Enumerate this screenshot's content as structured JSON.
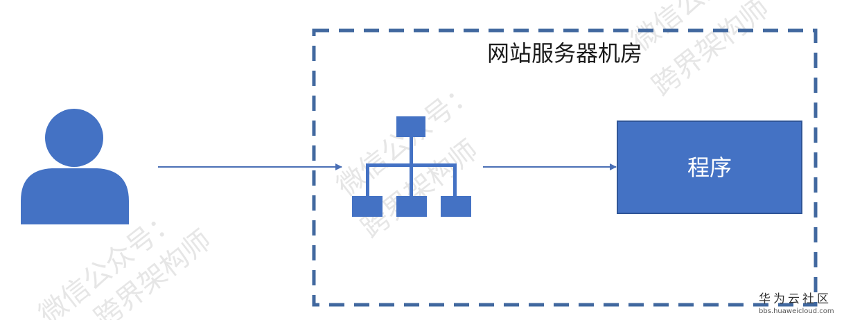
{
  "diagram": {
    "container_title": "网站服务器机房",
    "program_label": "程序",
    "nodes": [
      {
        "id": "user",
        "icon": "person-icon"
      },
      {
        "id": "network",
        "icon": "network-hierarchy-icon"
      },
      {
        "id": "program",
        "label": "程序"
      }
    ],
    "edges": [
      {
        "from": "user",
        "to": "network"
      },
      {
        "from": "network",
        "to": "program"
      }
    ]
  },
  "watermark": {
    "line1": "微信公众号：",
    "line2": "跨界架构师"
  },
  "footer": {
    "brand": "华为云社区",
    "url": "bbs.huaweicloud.com"
  },
  "colors": {
    "primary": "#4472c4",
    "dash_border": "#41689f",
    "arrow": "#4a6fb5",
    "text": "#1a1a1a"
  }
}
